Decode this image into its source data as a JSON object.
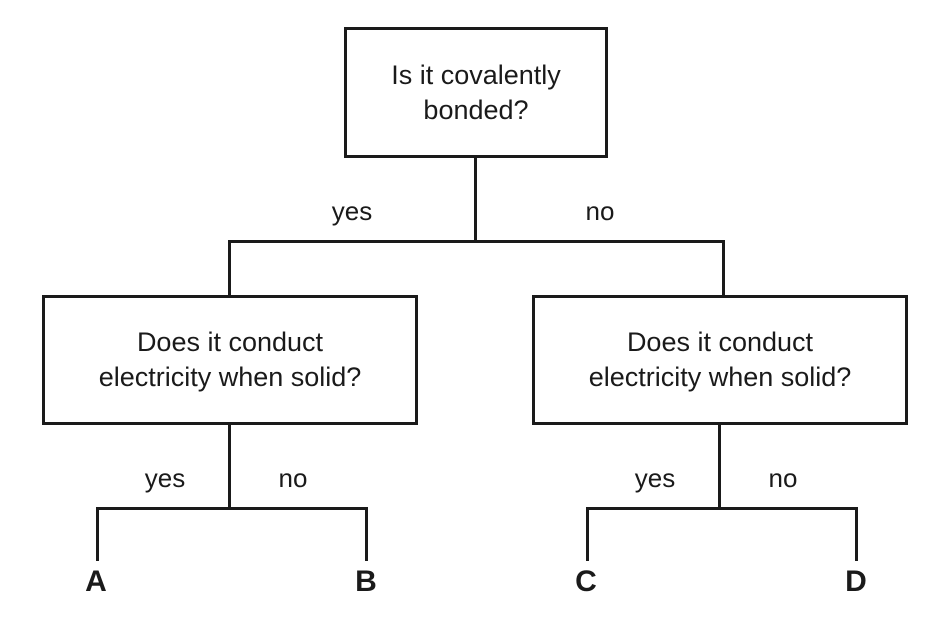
{
  "diagram": {
    "type": "decision-tree",
    "background_color": "#ffffff",
    "line_color": "#1a1a1a",
    "root": {
      "id": "node-root",
      "text": "Is it covalently\nbonded?"
    },
    "level2": {
      "left": {
        "id": "node-left",
        "text": "Does it conduct\nelectricity when solid?"
      },
      "right": {
        "id": "node-right",
        "text": "Does it conduct\nelectricity when solid?"
      }
    },
    "branch_labels": {
      "root_yes": "yes",
      "root_no": "no",
      "left_yes": "yes",
      "left_no": "no",
      "right_yes": "yes",
      "right_no": "no"
    },
    "outcomes": [
      {
        "id": "outcome-a",
        "label": "A"
      },
      {
        "id": "outcome-b",
        "label": "B"
      },
      {
        "id": "outcome-c",
        "label": "C"
      },
      {
        "id": "outcome-d",
        "label": "D"
      }
    ]
  }
}
